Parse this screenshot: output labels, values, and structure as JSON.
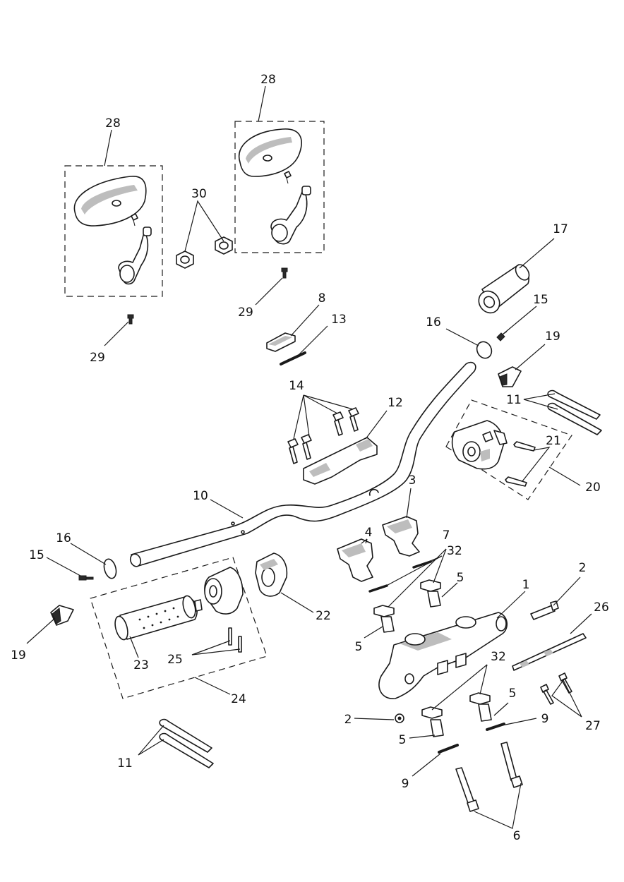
{
  "colors": {
    "line": "#1a1a1a",
    "background": "#ffffff",
    "shade": "#bdbdbd"
  },
  "callouts": [
    "1",
    "2",
    "2",
    "3",
    "4",
    "5",
    "5",
    "5",
    "5",
    "6",
    "7",
    "8",
    "9",
    "9",
    "10",
    "11",
    "11",
    "12",
    "13",
    "14",
    "15",
    "15",
    "16",
    "16",
    "17",
    "19",
    "19",
    "20",
    "21",
    "22",
    "23",
    "24",
    "25",
    "26",
    "27",
    "28",
    "28",
    "29",
    "29",
    "30",
    "32",
    "32"
  ]
}
